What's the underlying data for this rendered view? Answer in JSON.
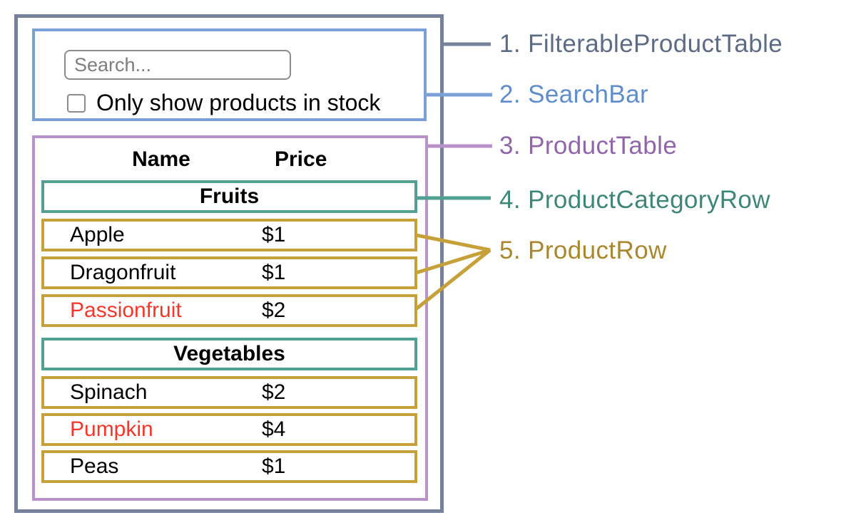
{
  "search_bar": {
    "input_placeholder": "Search...",
    "checkbox_label": "Only show products in stock",
    "checkbox_checked": false
  },
  "product_table": {
    "headers": {
      "name": "Name",
      "price": "Price"
    },
    "sections": [
      {
        "category": "Fruits",
        "rows": [
          {
            "name": "Apple",
            "price": "$1",
            "name_color": "#000000"
          },
          {
            "name": "Dragonfruit",
            "price": "$1",
            "name_color": "#000000"
          },
          {
            "name": "Passionfruit",
            "price": "$2",
            "name_color": "#f4372b"
          }
        ]
      },
      {
        "category": "Vegetables",
        "rows": [
          {
            "name": "Spinach",
            "price": "$2",
            "name_color": "#000000"
          },
          {
            "name": "Pumpkin",
            "price": "$4",
            "name_color": "#f4372b"
          },
          {
            "name": "Peas",
            "price": "$1",
            "name_color": "#000000"
          }
        ]
      }
    ]
  },
  "legend": {
    "items": [
      {
        "text": "1. FilterableProductTable",
        "color": "#5d6b84",
        "line_color": "#76819b"
      },
      {
        "text": "2. SearchBar",
        "color": "#5e8dc9",
        "line_color": "#7aa0d7"
      },
      {
        "text": "3. ProductTable",
        "color": "#9166a9",
        "line_color": "#b992c9"
      },
      {
        "text": "4. ProductCategoryRow",
        "color": "#3e8678",
        "line_color": "#52a092"
      },
      {
        "text": "5. ProductRow",
        "color": "#a8872f",
        "line_color": "#c6a039"
      }
    ]
  },
  "colors": {
    "outer_border": "#76819b",
    "search_border": "#7aa0d7",
    "table_border": "#b992c9",
    "category_border": "#52a092",
    "row_border": "#c6a039",
    "out_of_stock_text": "#f4372b",
    "input_border": "#8c8c8c",
    "placeholder_text": "#7e7e7e"
  }
}
